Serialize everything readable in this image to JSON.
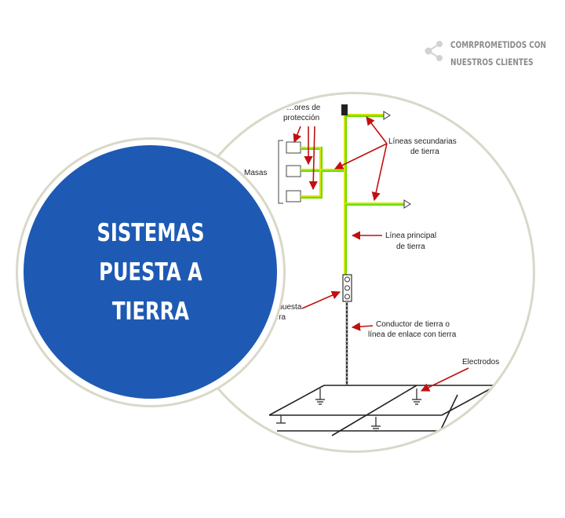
{
  "brand": {
    "line1": "COMRPROMETIDOS CON",
    "line2": "NUESTROS CLIENTES",
    "icon": "share-icon",
    "color": "#8b8b8b"
  },
  "title": {
    "line1": "SISTEMAS PUESTA A",
    "line2": "TIERRA",
    "bg_color": "#1e5ab3"
  },
  "diagram": {
    "labels": {
      "protection_top": "…ores de",
      "protection": "protección",
      "masses": "Masas",
      "secondary_1": "Líneas secundarias",
      "secondary_2": "de tierra",
      "main_1": "Línea principal",
      "main_2": "de tierra",
      "terminal_1": "Borne de puesta",
      "terminal_2": "a tierra",
      "conductor_1": "Conductor de tierra o",
      "conductor_2": "línea de enlace con tierra",
      "electrodes": "Electrodos"
    },
    "colors": {
      "line_green": "#66dd00",
      "line_yellow": "#f2e600",
      "arrow": "#c01010"
    }
  }
}
